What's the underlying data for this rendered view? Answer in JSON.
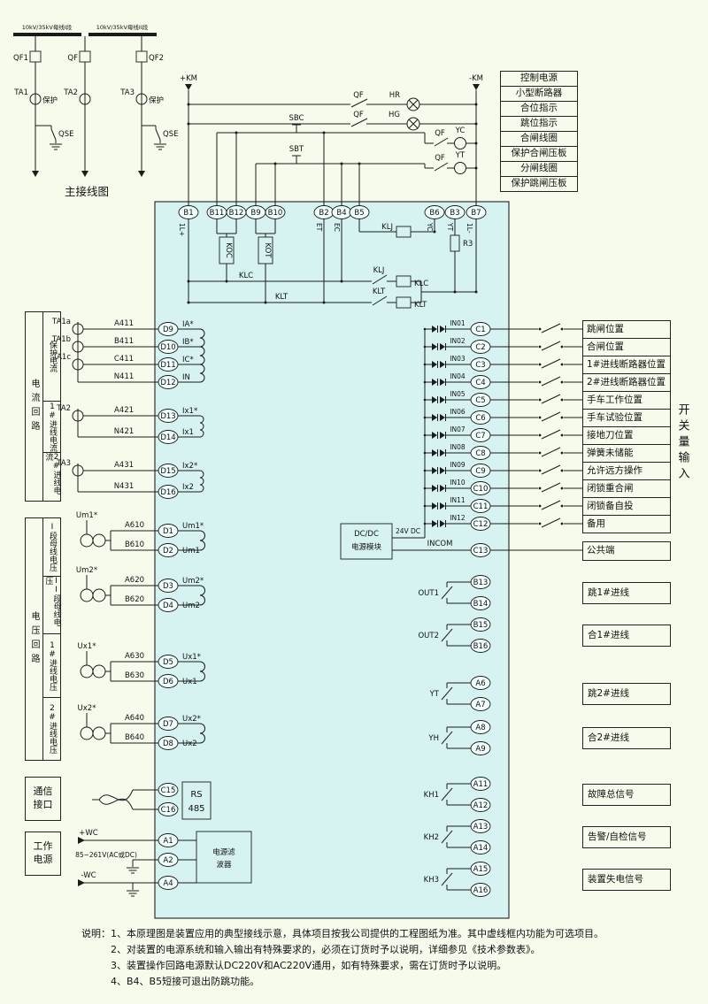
{
  "colors": {
    "bg": "#f7fbec",
    "device": "#d6f3f1",
    "line": "#1b1b1b"
  },
  "main_diagram": {
    "title": "主接线图",
    "bus1": "10kV/35kV母线I段",
    "bus2": "10kV/35kV母线II段",
    "qf1": "QF1",
    "qf": "QF",
    "qf2": "QF2",
    "ta1": "TA1",
    "ta2": "TA2",
    "ta3": "TA3",
    "prot1": "保护",
    "prot2": "保护",
    "qse1": "QSE",
    "qse2": "QSE"
  },
  "control": {
    "km_plus": "+KM",
    "km_minus": "-KM",
    "qf_hr": "QF",
    "hr": "HR",
    "qf_hg": "QF",
    "hg": "HG",
    "qf_yc": "QF",
    "yc": "YC",
    "qf_yt": "QF",
    "yt": "YT",
    "sbc": "SBC",
    "sbt": "SBT",
    "labels": [
      "控制电源",
      "小型断路器",
      "合位指示",
      "跳位指示",
      "合闸线圈",
      "保护合闸压板",
      "分闸线圈",
      "保护跳闸压板"
    ]
  },
  "device": {
    "top_terminals": [
      {
        "id": "B1",
        "tag": "1L+"
      },
      {
        "id": "B11",
        "tag": ""
      },
      {
        "id": "B12",
        "tag": ""
      },
      {
        "id": "B9",
        "tag": ""
      },
      {
        "id": "B10",
        "tag": ""
      },
      {
        "id": "B2",
        "tag": "ET"
      },
      {
        "id": "B4",
        "tag": "EC"
      },
      {
        "id": "B5",
        "tag": ""
      },
      {
        "id": "B6",
        "tag": "YC"
      },
      {
        "id": "B3",
        "tag": "YT"
      },
      {
        "id": "B7",
        "tag": "1L-"
      }
    ],
    "relays": {
      "koc": "KOC",
      "kot": "KOT",
      "klc_wire": "KLC",
      "klt_wire": "KLT",
      "klj_coil": "KLJ",
      "klj_contact": "KLJ",
      "klt_contact": "KLT",
      "klc_coil": "KLC",
      "klt_coil": "KLT",
      "r3": "R3"
    },
    "dcdc": {
      "l1": "DC/DC",
      "l2": "电源模块",
      "v": "24V DC",
      "incom": "INCOM"
    }
  },
  "left": {
    "sections": {
      "current": {
        "label": "电流回路",
        "subs": [
          "保护电流",
          "1#进线电流",
          "2#进线电流"
        ]
      },
      "voltage": {
        "label": "电压回路",
        "subs": [
          "I段母线电压",
          "II段母线电压",
          "1#进线电压",
          "2#进线电压"
        ]
      },
      "comm": {
        "label": "通信接口"
      },
      "power": {
        "label": "工作电源"
      }
    },
    "current_rows": [
      {
        "ta": "TA1a",
        "wire": "A411",
        "term": "D9",
        "sig": "IA*"
      },
      {
        "ta": "TA1b",
        "wire": "B411",
        "term": "D10",
        "sig": "IB*"
      },
      {
        "ta": "TA1c",
        "wire": "C411",
        "term": "D11",
        "sig": "IC*"
      },
      {
        "ta": "",
        "wire": "N411",
        "term": "D12",
        "sig": "IN"
      },
      {
        "ta": "TA2",
        "wire": "A421",
        "term": "D13",
        "sig": "Ix1*"
      },
      {
        "ta": "",
        "wire": "N421",
        "term": "D14",
        "sig": "Ix1"
      },
      {
        "ta": "TA3",
        "wire": "A431",
        "term": "D15",
        "sig": "Ix2*"
      },
      {
        "ta": "",
        "wire": "N431",
        "term": "D16",
        "sig": "Ix2"
      }
    ],
    "voltage_rows": [
      {
        "src": "Um1*",
        "wa": "A610",
        "ta": "D1",
        "sa": "Um1*",
        "wb": "B610",
        "tb": "D2",
        "sb": "Um1"
      },
      {
        "src": "Um2*",
        "wa": "A620",
        "ta": "D3",
        "sa": "Um2*",
        "wb": "B620",
        "tb": "D4",
        "sb": "Um2"
      },
      {
        "src": "Ux1*",
        "wa": "A630",
        "ta": "D5",
        "sa": "Ux1*",
        "wb": "B630",
        "tb": "D6",
        "sb": "Ux1"
      },
      {
        "src": "Ux2*",
        "wa": "A640",
        "ta": "D7",
        "sa": "Ux2*",
        "wb": "B640",
        "tb": "D8",
        "sb": "Ux2"
      }
    ],
    "comm": {
      "t1": "C15",
      "t2": "C16",
      "rs": "RS",
      "num": "485"
    },
    "power": {
      "plus": "+WC",
      "range": "85~261V(AC或DC)",
      "minus": "-WC",
      "t1": "A1",
      "t2": "A2",
      "t3": "A4",
      "f1": "电源滤",
      "f2": "波器"
    }
  },
  "inputs": {
    "group_label": "开关量输入",
    "rows": [
      {
        "sig": "IN01",
        "term": "C1",
        "label": "跳闸位置"
      },
      {
        "sig": "IN02",
        "term": "C2",
        "label": "合闸位置"
      },
      {
        "sig": "IN03",
        "term": "C3",
        "label": "1#进线断路器位置"
      },
      {
        "sig": "IN04",
        "term": "C4",
        "label": "2#进线断路器位置"
      },
      {
        "sig": "IN05",
        "term": "C5",
        "label": "手车工作位置"
      },
      {
        "sig": "IN06",
        "term": "C6",
        "label": "手车试验位置"
      },
      {
        "sig": "IN07",
        "term": "C7",
        "label": "接地刀位置"
      },
      {
        "sig": "IN08",
        "term": "C8",
        "label": "弹簧未储能"
      },
      {
        "sig": "IN09",
        "term": "C9",
        "label": "允许远方操作"
      },
      {
        "sig": "IN10",
        "term": "C10",
        "label": "闭锁重合闸"
      },
      {
        "sig": "IN11",
        "term": "C11",
        "label": "闭锁备自投"
      },
      {
        "sig": "IN12",
        "term": "C12",
        "label": "备用"
      }
    ],
    "incom": {
      "sig": "INCOM",
      "term": "C13",
      "label": "公共端"
    }
  },
  "outputs": [
    {
      "t1": "B13",
      "mid": "OUT1",
      "t2": "B14",
      "label": "跳1#进线"
    },
    {
      "t1": "B15",
      "mid": "OUT2",
      "t2": "B16",
      "label": "合1#进线"
    },
    {
      "t1": "A6",
      "mid": "YT",
      "t2": "A7",
      "label": "跳2#进线"
    },
    {
      "t1": "A8",
      "mid": "YH",
      "t2": "A9",
      "label": "合2#进线"
    },
    {
      "t1": "A11",
      "mid": "KH1",
      "t2": "A12",
      "label": "故障总信号"
    },
    {
      "t1": "A13",
      "mid": "KH2",
      "t2": "A14",
      "label": "告警/自检信号"
    },
    {
      "t1": "A15",
      "mid": "KH3",
      "t2": "A16",
      "label": "装置失电信号"
    }
  ],
  "notes": {
    "head": "说明：",
    "lines": [
      "1、本原理图是装置应用的典型接线示意，具体项目按我公司提供的工程图纸为准。其中虚线框内功能为可选项目。",
      "2、对装置的电源系统和输入输出有特殊要求的，必须在订货时予以说明，详细参见《技术参数表》。",
      "3、装置操作回路电源默认DC220V和AC220V通用，如有特殊要求，需在订货时予以说明。",
      "4、B4、B5短接可退出防跳功能。"
    ]
  }
}
